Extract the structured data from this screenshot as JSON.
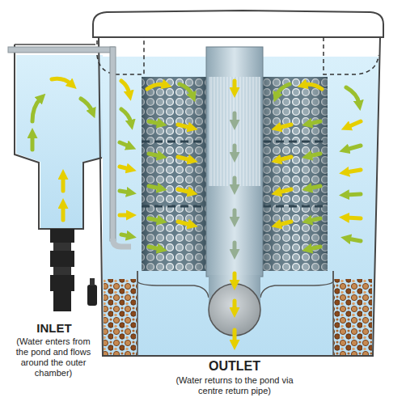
{
  "diagram": {
    "labels": [
      "INLET",
      "(Water enters from the pond and flows around the outer chamber)",
      "OUTLET",
      "(Water returns to the pond via centre return pipe)"
    ]
  }
}
